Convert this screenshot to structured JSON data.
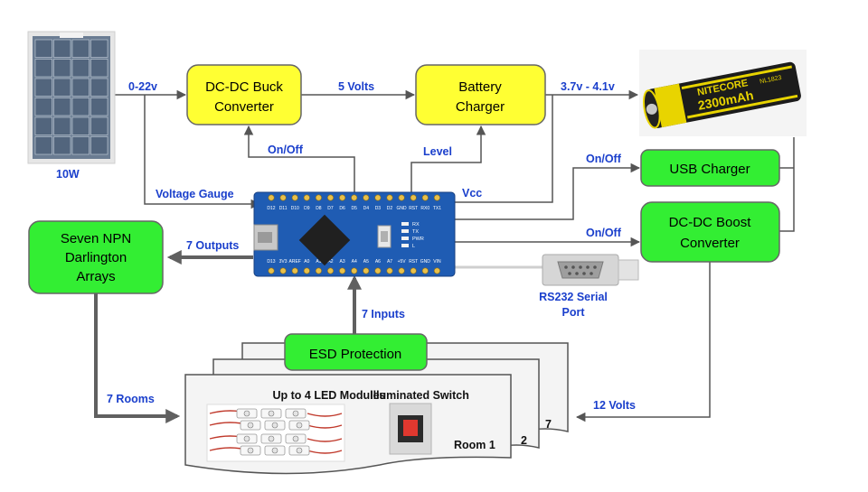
{
  "colors": {
    "yellow_box": "#ffff33",
    "green_box": "#33ee33",
    "label_blue": "#1a3fcc",
    "line": "#555555",
    "pcb_blue": "#1f5cb3"
  },
  "panel": {
    "caption": "10W",
    "icon": "solar-panel-icon"
  },
  "battery": {
    "brand": "NITECORE",
    "model": "NL1823",
    "capacity": "2300mAh",
    "icon": "battery-icon"
  },
  "boxes": {
    "buck": [
      "DC-DC Buck",
      "Converter"
    ],
    "charger": [
      "Battery",
      "Charger"
    ],
    "usb": [
      "USB Charger"
    ],
    "boost": [
      "DC-DC Boost",
      "Converter"
    ],
    "darlington": [
      "Seven NPN",
      "Darlington",
      "Arrays"
    ],
    "esd": [
      "ESD Protection"
    ]
  },
  "labels": {
    "in_voltage": "0-22v",
    "five_volts": "5 Volts",
    "battery_voltage": "3.7v - 4.1v",
    "onoff_buck": "On/Off",
    "level": "Level",
    "voltage_gauge": "Voltage Gauge",
    "vcc": "Vcc",
    "onoff_usb": "On/Off",
    "onoff_boost": "On/Off",
    "outputs": "7 Outputs",
    "inputs": "7 Inputs",
    "rooms": "7 Rooms",
    "twelve_volts": "12 Volts"
  },
  "serial": {
    "caption": [
      "RS232 Serial",
      "Port"
    ],
    "icon": "db9-connector-icon"
  },
  "room": {
    "led_title": "Up to 4 LED Modules",
    "switch_title": "Illuminated Switch",
    "room1": "Room 1",
    "room2": "2",
    "room7": "7"
  },
  "arduino": {
    "top_pins": [
      "D12",
      "D11",
      "D10",
      "D9",
      "D8",
      "D7",
      "D6",
      "D5",
      "D4",
      "D3",
      "D2",
      "GND",
      "RST",
      "RX0",
      "TX1"
    ],
    "bottom_pins": [
      "D13",
      "3V3",
      "AREF",
      "A0",
      "A1",
      "A2",
      "A3",
      "A4",
      "A5",
      "A6",
      "A7",
      "+5V",
      "RST",
      "GND",
      "VIN"
    ],
    "leds": [
      "RX",
      "TX",
      "PWR",
      "L"
    ]
  }
}
